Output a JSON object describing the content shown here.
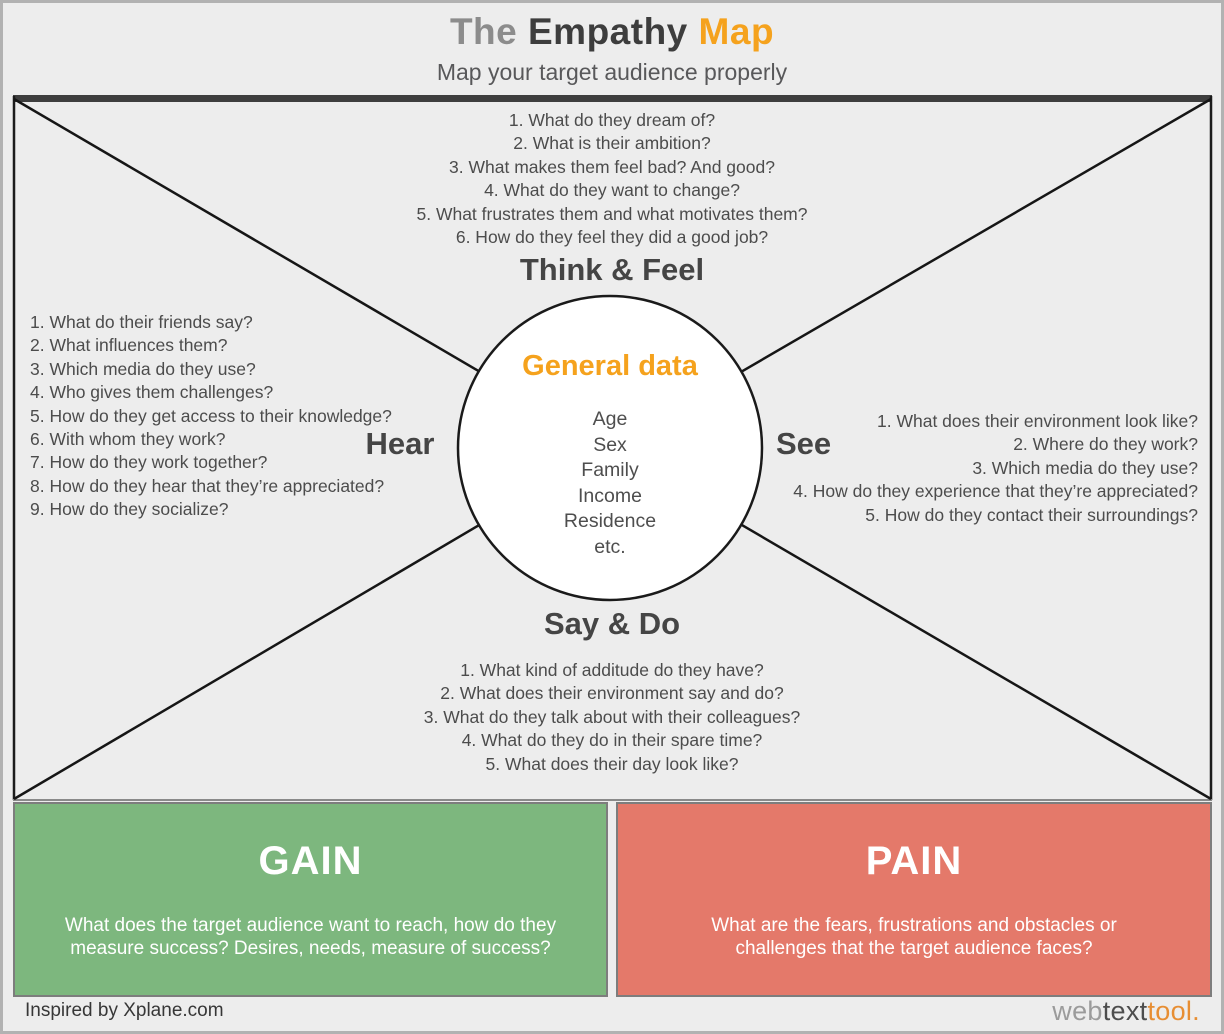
{
  "header": {
    "title_the": "The ",
    "title_empathy": "Empathy ",
    "title_map": "Map",
    "subtitle": "Map your target audience properly"
  },
  "quadrants": {
    "think_feel": {
      "label": "Think & Feel",
      "items": [
        "1. What do they dream of?",
        "2. What is their ambition?",
        "3. What makes them feel bad? And good?",
        "4. What do they want to change?",
        "5. What frustrates them and what motivates them?",
        "6. How do they feel they did a good job?"
      ]
    },
    "hear": {
      "label": "Hear",
      "items": [
        "1. What do their friends say?",
        "2. What influences them?",
        "3. Which media do they use?",
        "4. Who gives them challenges?",
        "5. How do they get access to their knowledge?",
        "6. With whom they work?",
        "7. How do they work together?",
        "8. How do they hear that they’re appreciated?",
        "9. How do they socialize?"
      ]
    },
    "see": {
      "label": "See",
      "items": [
        "1. What does their environment look like?",
        "2. Where do they work?",
        "3. Which media do they use?",
        "4. How do they experience that they’re appreciated?",
        "5. How do they contact their surroundings?"
      ]
    },
    "say_do": {
      "label": "Say & Do",
      "items": [
        "1. What kind of additude do they have?",
        "2. What does their environment say and do?",
        "3. What do they talk about with their  colleagues?",
        "4. What do they do in their spare time?",
        "5. What does their day look like?"
      ]
    }
  },
  "center_circle": {
    "title": "General data",
    "items": [
      "Age",
      "Sex",
      "Family",
      "Income",
      "Residence",
      "etc."
    ]
  },
  "gain": {
    "label": "GAIN",
    "description": "What does the target audience want to reach, how do they measure success? Desires, needs, measure of success?"
  },
  "pain": {
    "label": "PAIN",
    "description": "What are the fears, frustrations and obstacles or challenges that the target audience faces?"
  },
  "footer": {
    "credit": "Inspired by Xplane.com",
    "logo_web": "web",
    "logo_text": "text",
    "logo_tool": "tool."
  },
  "colors": {
    "accent_orange": "#F5A21D",
    "gain_green": "#7DB77E",
    "pain_red": "#E4796A",
    "dark_bar": "#3E3E3E",
    "background": "#EDEDED"
  }
}
